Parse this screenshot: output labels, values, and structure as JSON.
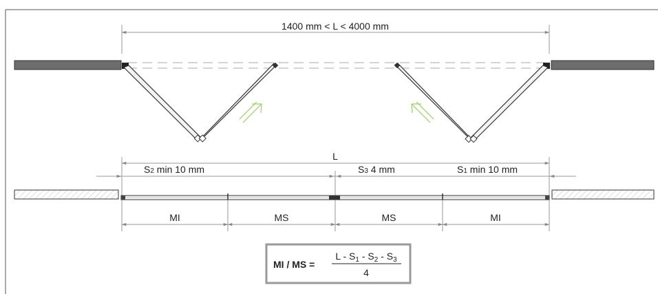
{
  "top_view": {
    "overall_dimension": "1400 mm < L < 4000 mm"
  },
  "bottom_view": {
    "overall_label": "L",
    "s2_label": {
      "prefix": "S",
      "sub": "2",
      "rest": " min 10 mm"
    },
    "s3_label": {
      "prefix": "S",
      "sub": "3",
      "rest": " 4 mm"
    },
    "s1_label": {
      "prefix": "S",
      "sub": "1",
      "rest": " min 10 mm"
    },
    "panel_labels": [
      "MI",
      "MS",
      "MS",
      "MI"
    ]
  },
  "formula": {
    "lhs": "MI / MS =",
    "numerator": {
      "L": "L - S",
      "s1": "1",
      "m1": " - S",
      "s2": "2",
      "m2": " - S",
      "s3": "3"
    },
    "denominator": "4"
  },
  "colors": {
    "line": "#4a4a4a",
    "dim_line": "#9a9a9a",
    "wall_fill": "#6d6d6d",
    "arrow": "#9ccc65",
    "frame": "#999999"
  }
}
